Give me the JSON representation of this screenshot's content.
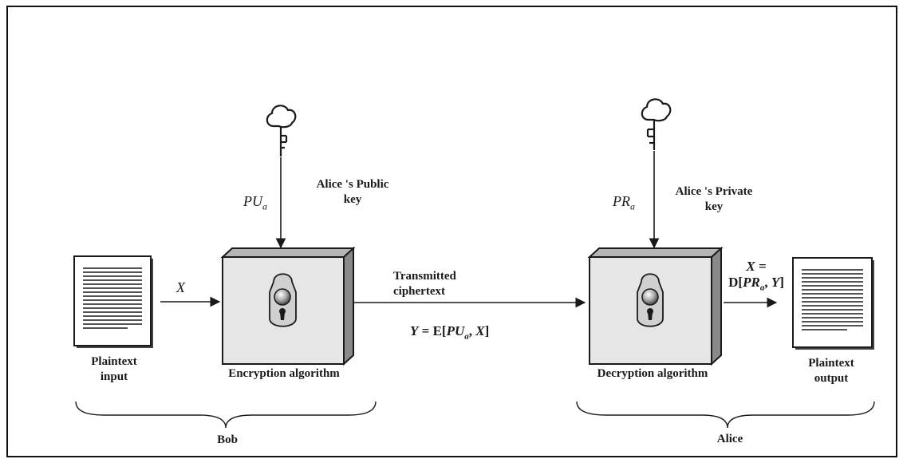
{
  "labels": {
    "pub_key": [
      "Alice 's Public",
      "key"
    ],
    "priv_key": [
      "Alice 's Private",
      "key"
    ],
    "transmitted": [
      "Transmitted",
      "ciphertext"
    ],
    "plaintext_input": [
      "Plaintext",
      "input"
    ],
    "encryption": "Encryption algorithm",
    "decryption": "Decryption algorithm",
    "plaintext_output": [
      "Plaintext",
      "output"
    ],
    "bob": "Bob",
    "alice": "Alice"
  },
  "math": {
    "pu_main": "PU",
    "pu_sub": "a",
    "pr_main": "PR",
    "pr_sub": "a",
    "x": "X",
    "cipher_eq": {
      "y": "Y",
      "mid": " = E[",
      "pu": "PU",
      "sub": "a",
      "sep": ", ",
      "x": "X",
      "end": "]"
    },
    "output_eq": {
      "line1_x": "X",
      "line1_eq": " =",
      "d": "D[",
      "pr": "PR",
      "sub": "a",
      "sep": ", ",
      "y": "Y",
      "end": "]"
    }
  },
  "colors": {
    "stroke": "#1a1a1a",
    "box_face": "#e6e6e6",
    "box_side": "#8a8a8a",
    "box_top": "#b5b5b5"
  },
  "icons": [
    "key-icon",
    "lock-icon",
    "document-icon",
    "arrow-icon",
    "brace-icon"
  ]
}
